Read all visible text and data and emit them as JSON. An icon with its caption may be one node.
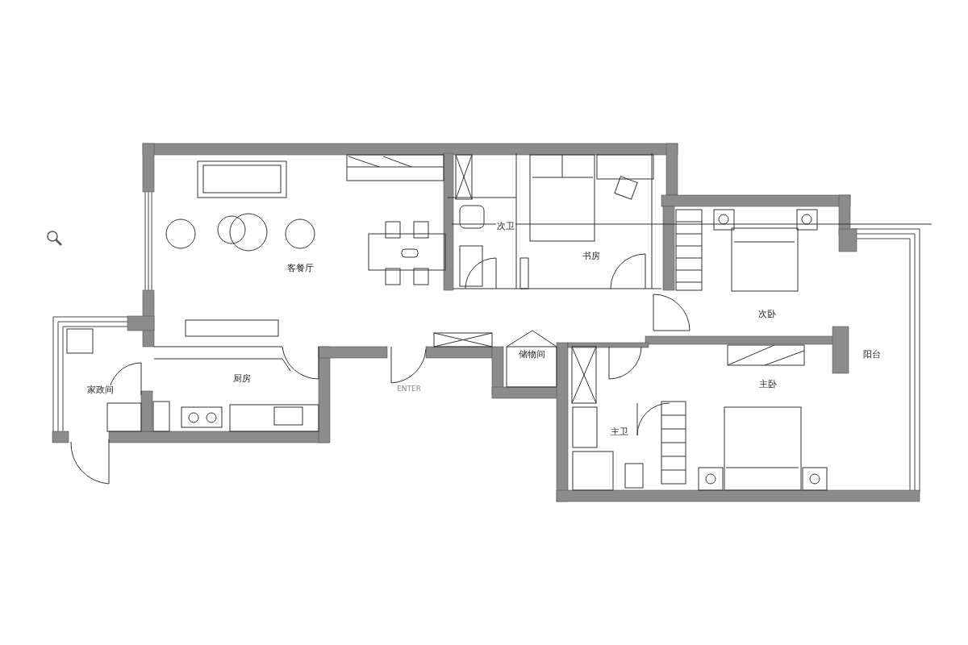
{
  "diagram": {
    "nodes": [
      {
        "text": [
          "次卫"
        ]
      },
      {
        "text": [
          "书房"
        ]
      },
      {
        "text": [
          "客餐厅"
        ]
      },
      {
        "text": [
          "次卧"
        ]
      },
      {
        "text": [
          "储物间"
        ]
      },
      {
        "text": [
          "阳台"
        ]
      },
      {
        "text": [
          "厨房"
        ]
      },
      {
        "text": [
          "主卧"
        ]
      },
      {
        "text": [
          "家政间"
        ]
      },
      {
        "text": [
          "主卫"
        ]
      }
    ],
    "labels": [
      "ENTER"
    ]
  }
}
